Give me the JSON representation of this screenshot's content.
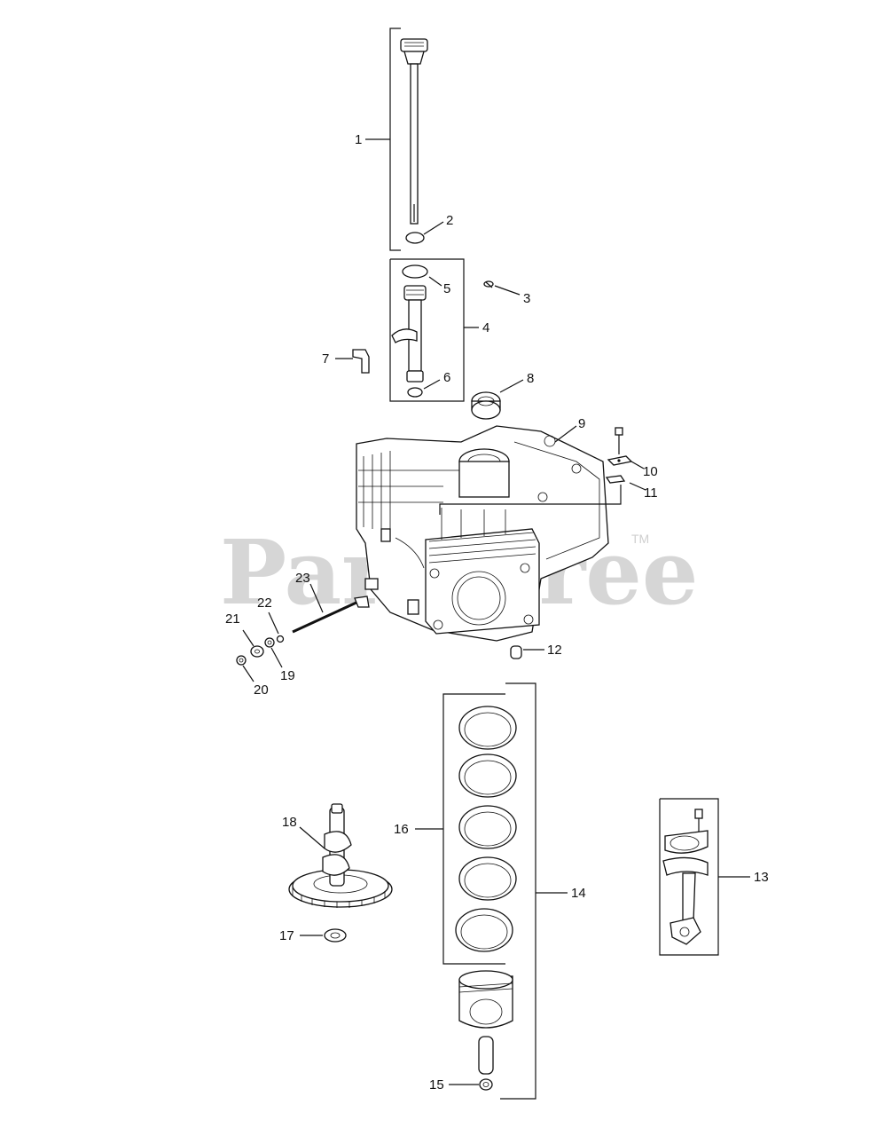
{
  "watermark": {
    "text": "PartsTree",
    "trademark": "TM"
  },
  "callouts": {
    "c1": "1",
    "c2": "2",
    "c3": "3",
    "c4": "4",
    "c5": "5",
    "c6": "6",
    "c7": "7",
    "c8": "8",
    "c9": "9",
    "c10": "10",
    "c11": "11",
    "c12": "12",
    "c13": "13",
    "c14": "14",
    "c15": "15",
    "c16": "16",
    "c17": "17",
    "c18": "18",
    "c19": "19",
    "c20": "20",
    "c21": "21",
    "c22": "22",
    "c23": "23"
  },
  "colors": {
    "ink": "#111111",
    "watermark": "#d6d6d6",
    "background": "#ffffff"
  }
}
